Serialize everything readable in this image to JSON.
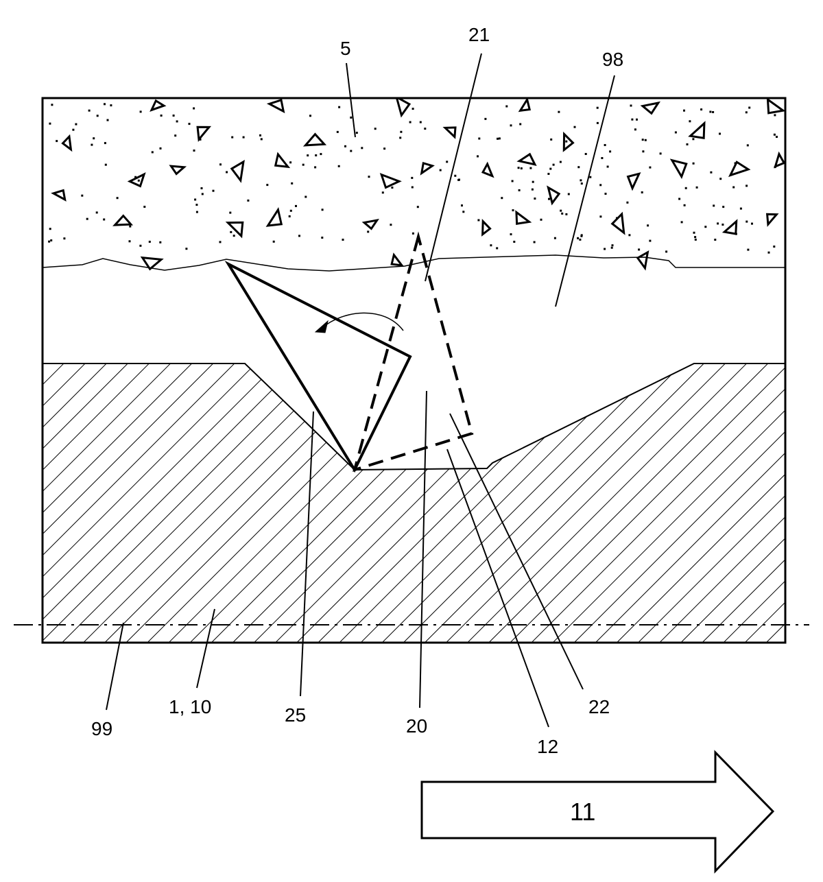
{
  "figure": {
    "labels": {
      "ref_5": "5",
      "ref_21": "21",
      "ref_98": "98",
      "ref_99": "99",
      "ref_1_10": "1, 10",
      "ref_25": "25",
      "ref_20": "20",
      "ref_12": "12",
      "ref_22": "22",
      "ref_11": "11"
    },
    "regions": {
      "top_layer_pattern": "dots-and-triangles",
      "bottom_layer_pattern": "diagonal-hatch"
    },
    "colors": {
      "stroke": "#000000",
      "background": "#ffffff"
    }
  }
}
